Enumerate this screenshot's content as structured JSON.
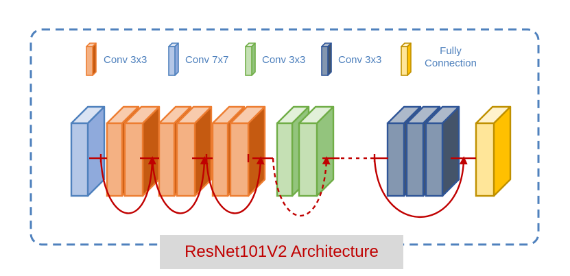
{
  "legend": [
    {
      "id": "conv3x3-orange",
      "label": "Conv 3x3",
      "front": "#f4b183",
      "side": "#c55a11",
      "top": "#f8cbad",
      "stroke": "#ed7d31"
    },
    {
      "id": "conv7x7-lightblue",
      "label": "Conv 7x7",
      "front": "#b4c7e7",
      "side": "#8faadc",
      "top": "#dae3f3",
      "stroke": "#4f81bd"
    },
    {
      "id": "conv3x3-green",
      "label": "Conv 3x3",
      "front": "#c5e0b4",
      "side": "#93c47d",
      "top": "#e2f0d9",
      "stroke": "#70ad47"
    },
    {
      "id": "conv3x3-darkblue",
      "label": "Conv 3x3",
      "front": "#8497b0",
      "side": "#44546a",
      "top": "#adb9ca",
      "stroke": "#2f5597"
    },
    {
      "id": "fully-connection",
      "label": "Fully Connection",
      "label_lines": [
        "Fully",
        "Connection"
      ],
      "front": "#ffe699",
      "side": "#ffc000",
      "top": "#fff2cc",
      "stroke": "#bf9000"
    }
  ],
  "colors": {
    "border": "#4f81bd",
    "skip": "#c00000",
    "caption_bg": "#d9d9d9",
    "caption_text": "#c00000",
    "legend_text": "#4f81bd"
  },
  "caption": "ResNet101V2 Architecture"
}
